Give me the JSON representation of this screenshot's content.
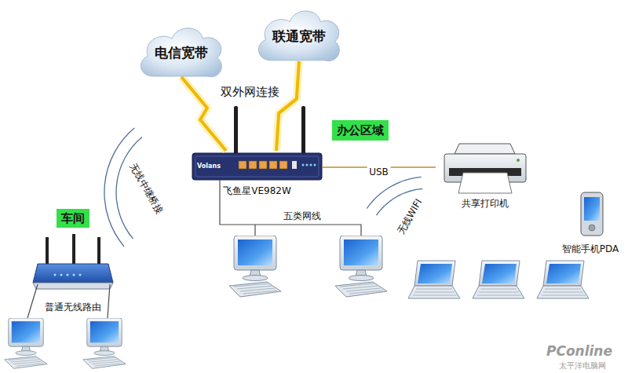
{
  "diagram": {
    "nodes": [
      {
        "text": [
          "电信宽带"
        ]
      },
      {
        "text": [
          "联通宽带"
        ]
      },
      {
        "text": [
          "飞鱼星VE982W"
        ]
      },
      {
        "text": [
          "办公区域"
        ]
      },
      {
        "text": [
          "共享打印机"
        ]
      },
      {
        "text": [
          "智能手机PDA"
        ]
      },
      {
        "text": [
          "车间"
        ]
      },
      {
        "text": [
          "普通无线路由"
        ]
      }
    ],
    "edges": [
      {
        "from": 0,
        "to": 2,
        "arrow": "none"
      },
      {
        "from": 1,
        "to": 2,
        "arrow": "none"
      },
      {
        "from": 2,
        "to": 4,
        "label": "USB",
        "arrow": "none"
      }
    ],
    "labels": [
      "双外网连接",
      "Volans",
      "无线中继桥接",
      "五类网线",
      "无线WIFI",
      "PConline",
      "太平洋电脑网"
    ]
  }
}
